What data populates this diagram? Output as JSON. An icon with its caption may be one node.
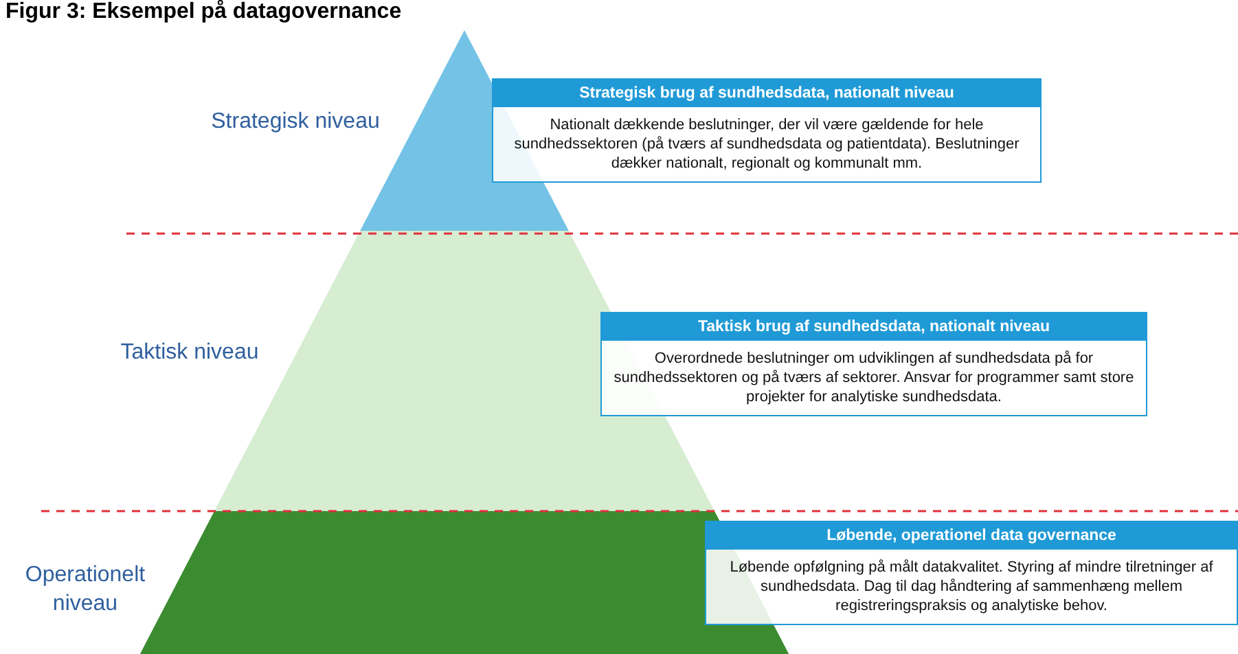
{
  "diagram": {
    "title": "Figur 3: Eksempel på datagovernance",
    "nodes": [
      {
        "text": [
          "Strategisk brug af sundhedsdata, nationalt niveau",
          "Nationalt dækkende beslutninger, der vil være gældende for hele sundhedssektoren (på tværs af sundhedsdata og patientdata). Beslutninger dækker nationalt, regionalt og kommunalt  mm."
        ]
      },
      {
        "text": [
          "Taktisk brug af sundhedsdata, nationalt niveau",
          "Overordnede beslutninger om udviklingen af sundhedsdata på for sundhedssektoren og på tværs af sektorer. Ansvar for programmer  samt store projekter for analytiske sundhedsdata."
        ]
      },
      {
        "text": [
          "Løbende, operationel data governance",
          "Løbende opfølgning  på målt datakvalitet. Styring af mindre tilretninger af sundhedsdata. Dag til dag håndtering af sammenhæng mellem registreringspraksis og analytiske behov."
        ]
      }
    ],
    "labels": [
      "Strategisk niveau",
      "Taktisk niveau",
      "Operationelt niveau"
    ]
  }
}
